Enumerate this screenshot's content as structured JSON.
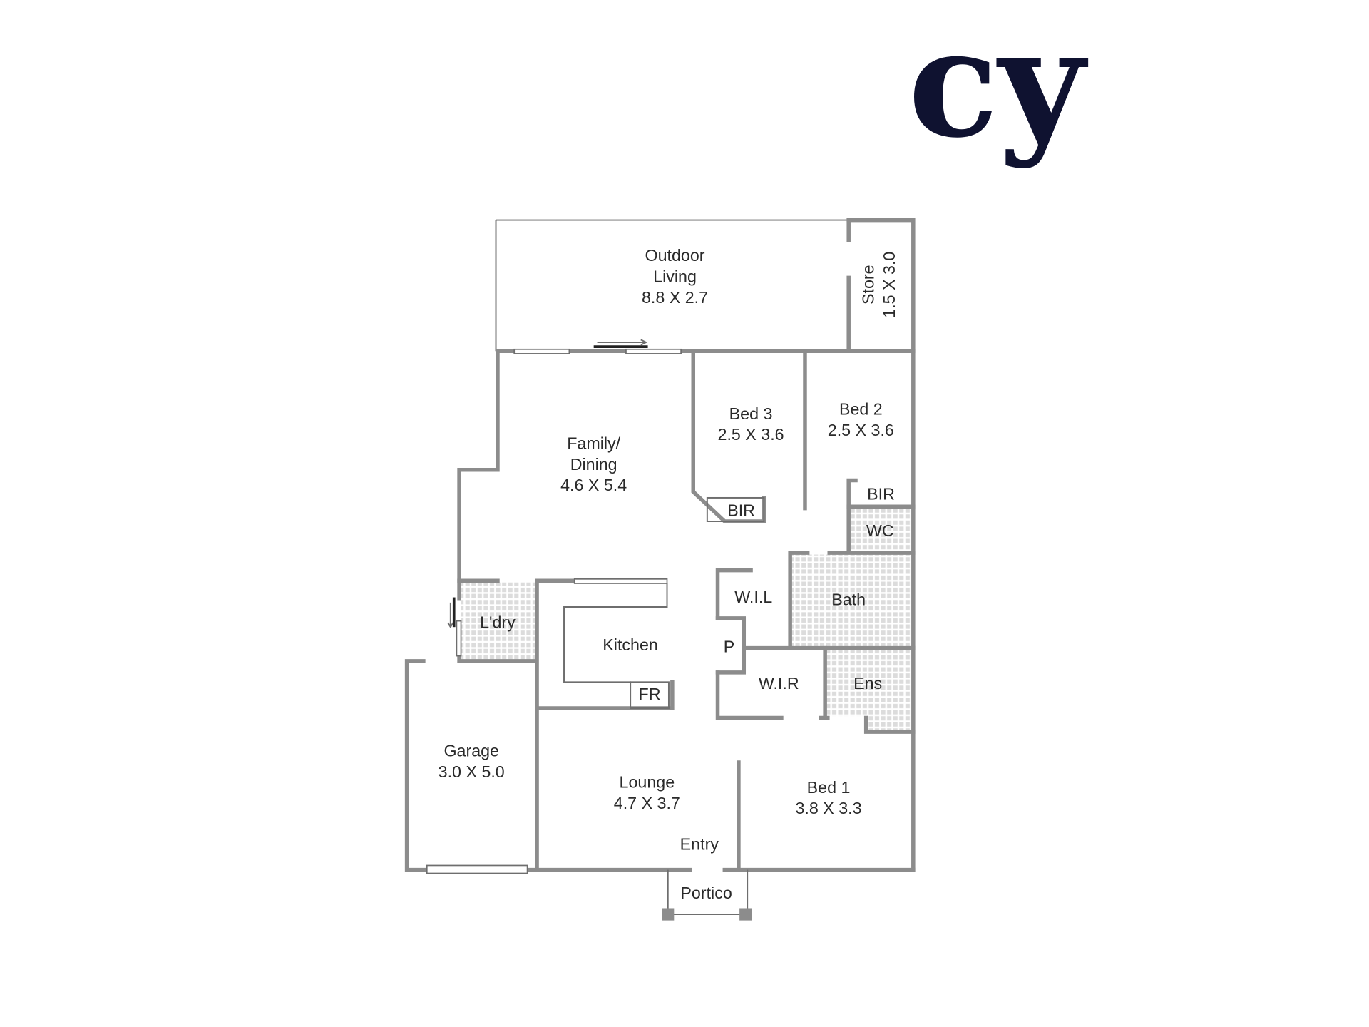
{
  "logo": {
    "text": "cy",
    "color": "#0f1230"
  },
  "rooms": {
    "outdoor_living": {
      "name1": "Outdoor",
      "name2": "Living",
      "size": "8.8 X 2.7"
    },
    "store": {
      "name": "Store",
      "size": "1.5 X 3.0"
    },
    "family_dining": {
      "name1": "Family/",
      "name2": "Dining",
      "size": "4.6 X 5.4"
    },
    "bed3": {
      "name": "Bed 3",
      "size": "2.5 X 3.6"
    },
    "bed2": {
      "name": "Bed 2",
      "size": "2.5 X 3.6"
    },
    "bir_bed3": {
      "name": "BIR"
    },
    "bir_bed2": {
      "name": "BIR"
    },
    "wc": {
      "name": "WC"
    },
    "bath": {
      "name": "Bath"
    },
    "wil": {
      "name": "W.I.L"
    },
    "pantry": {
      "name": "P"
    },
    "wir": {
      "name": "W.I.R"
    },
    "ens": {
      "name": "Ens"
    },
    "laundry": {
      "name": "L'dry"
    },
    "kitchen": {
      "name": "Kitchen"
    },
    "fridge": {
      "name": "FR"
    },
    "garage": {
      "name": "Garage",
      "size": "3.0 X 5.0"
    },
    "lounge": {
      "name": "Lounge",
      "size": "4.7 X 3.7"
    },
    "entry": {
      "name": "Entry"
    },
    "bed1": {
      "name": "Bed 1",
      "size": "3.8 X 3.3"
    },
    "portico": {
      "name": "Portico"
    }
  },
  "colors": {
    "wall": "#8c8c8c",
    "tile": "#d9d9d9"
  }
}
